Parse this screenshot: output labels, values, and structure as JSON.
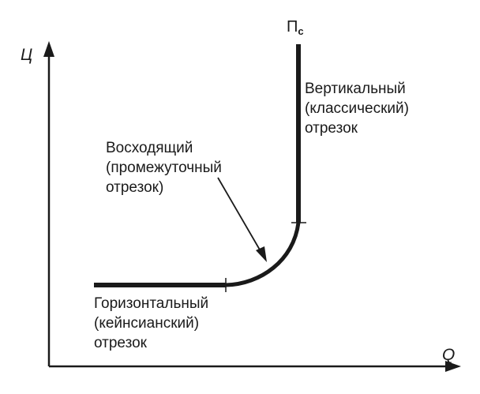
{
  "axes": {
    "y_label": "Ц",
    "x_label": "Q"
  },
  "curve": {
    "label_main": "П",
    "label_sub": "с"
  },
  "segments": {
    "horizontal": {
      "lines": [
        "Горизонтальный",
        "(кейнсианский)",
        "отрезок"
      ]
    },
    "intermediate": {
      "lines": [
        "Восходящий",
        "(промежуточный",
        "отрезок)"
      ]
    },
    "vertical": {
      "lines": [
        "Вертикальный",
        "(классический)",
        "отрезок"
      ]
    }
  },
  "colors": {
    "ink": "#1a1a1a",
    "background": "#ffffff"
  }
}
